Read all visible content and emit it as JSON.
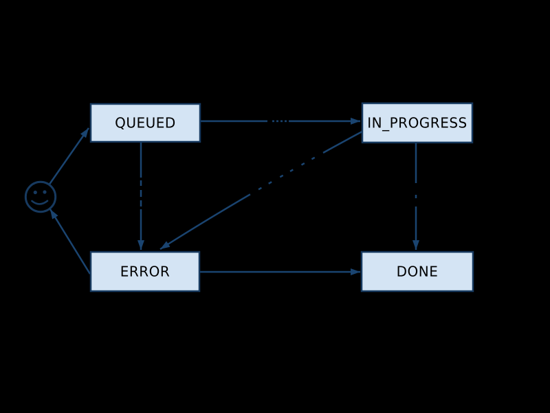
{
  "diagram": {
    "kind": "state-machine-diagram",
    "background_color": "#000000",
    "node_fill_color": "#d4e4f4",
    "node_border_color": "#173a60",
    "edge_color": "#1a4470",
    "node_text_color": "#000000",
    "nodes": [
      {
        "id": "start",
        "kind": "start-state",
        "icon": "smiley-face-icon",
        "label": ""
      },
      {
        "id": "queued",
        "kind": "state",
        "label": "QUEUED"
      },
      {
        "id": "in_progress",
        "kind": "state",
        "label": "IN_PROGRESS"
      },
      {
        "id": "error",
        "kind": "state",
        "label": "ERROR"
      },
      {
        "id": "done",
        "kind": "state",
        "label": "DONE"
      }
    ],
    "edges": [
      {
        "from": "start",
        "to": "queued"
      },
      {
        "from": "queued",
        "to": "in_progress"
      },
      {
        "from": "queued",
        "to": "error"
      },
      {
        "from": "in_progress",
        "to": "error"
      },
      {
        "from": "in_progress",
        "to": "done"
      },
      {
        "from": "error",
        "to": "done"
      },
      {
        "from": "error",
        "to": "start"
      }
    ]
  }
}
